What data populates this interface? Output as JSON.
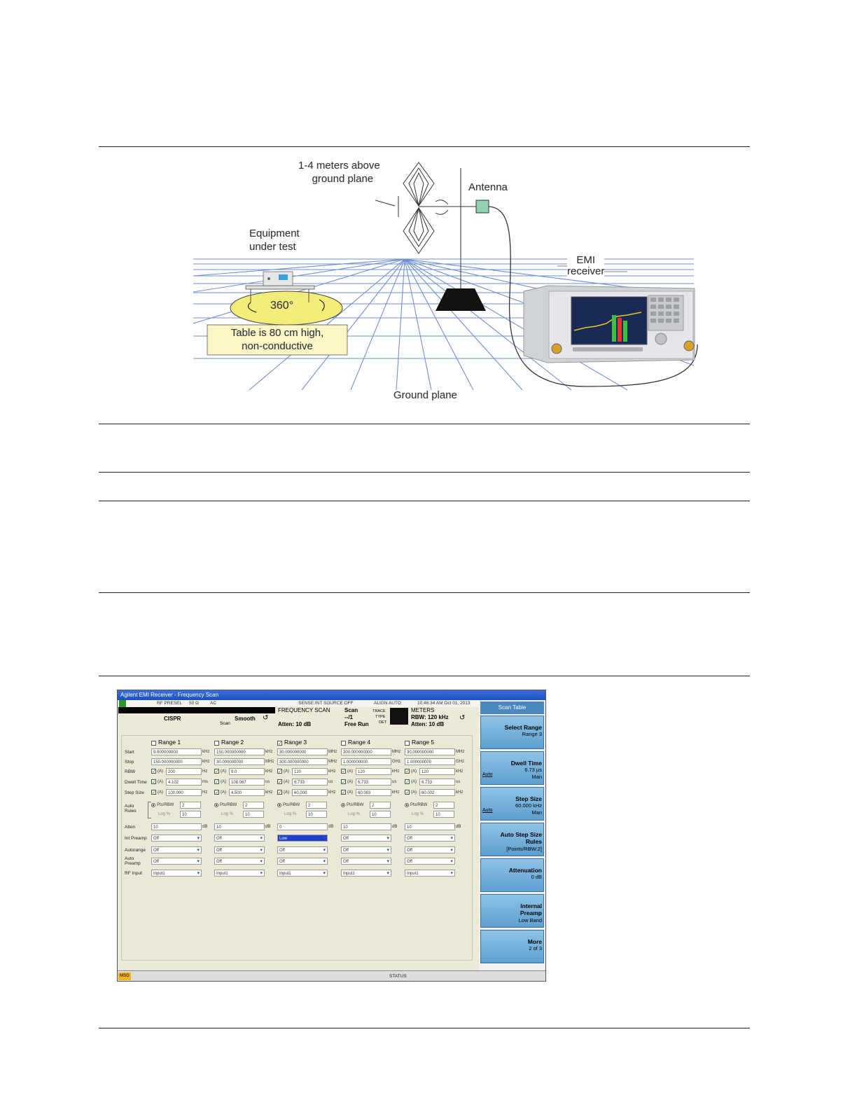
{
  "figure1": {
    "label_antenna_height_line1": "1-4 meters above",
    "label_antenna_height_line2": "ground plane",
    "label_antenna": "Antenna",
    "label_eut_line1": "Equipment",
    "label_eut_line2": "under test",
    "label_emi_line1": "EMI",
    "label_emi_line2": "receiver",
    "label_rotation": "360°",
    "label_table_line1": "Table is 80 cm high,",
    "label_table_line2": "non-conductive",
    "label_ground": "Ground plane"
  },
  "screenshot": {
    "title": "Agilent EMI Receiver - Frequency Scan",
    "status_left": "RF PRESEL",
    "status_impedance": "50 Ω",
    "status_ac": "AC",
    "status_sense": "SENSE:INT  SOURCE OFF",
    "status_align": "ALIGN AUTO",
    "status_time": "10:46:34 AM Oct 01, 2013",
    "hdr_cispr": "CISPR",
    "hdr_scan": "Scan",
    "hdr_smooth": "Smooth",
    "hdr_mode": "FREQUENCY SCAN",
    "hdr_atten": "Atten: 10 dB",
    "hdr_scan2": "Scan",
    "hdr_scan_num": "--/1",
    "hdr_freerun": "Free Run",
    "hdr_trace": "TRACE",
    "hdr_type": "TYPE",
    "hdr_det": "DET",
    "hdr_meters": "METERS",
    "hdr_rbw": "RBW: 120 kHz",
    "hdr_atten2": "Atten: 10 dB",
    "row_labels": {
      "start": "Start",
      "stop": "Stop",
      "rbw": "RBW",
      "dwell": "Dwell Time",
      "step": "Step Size",
      "auto_rules_1": "Auto",
      "auto_rules_2": "Rules",
      "atten": "Atten",
      "int_preamp": "Int Preamp",
      "autorange": "Autorange",
      "auto_preamp_1": "Auto",
      "auto_preamp_2": "Preamp",
      "rf_input": "RF Input"
    },
    "auto_w": "(A)",
    "pts_rbw": "Pts/RBW",
    "log_pct": "Log %",
    "ranges": [
      {
        "name": "Range 1",
        "checked": false,
        "start": "9.000000000",
        "start_u": "kHz",
        "stop": "150.000000000",
        "stop_u": "kHz",
        "rbw": "200",
        "rbw_u": "Hz",
        "dwell": "4.102",
        "dwell_u": "ms",
        "step": "100.000",
        "step_u": "Hz",
        "pts": "2",
        "log": "10",
        "atten": "10",
        "atten_u": "dB",
        "int_preamp": "Off",
        "autorange": "Off",
        "auto_preamp": "Off",
        "rf_input": "Input1"
      },
      {
        "name": "Range 2",
        "checked": false,
        "start": "150.000000000",
        "start_u": "kHz",
        "stop": "30.000000000",
        "stop_u": "MHz",
        "rbw": "9.0",
        "rbw_u": "kHz",
        "dwell": "108.067",
        "dwell_u": "us",
        "step": "4.500",
        "step_u": "kHz",
        "pts": "2",
        "log": "10",
        "atten": "10",
        "atten_u": "dB",
        "int_preamp": "Off",
        "autorange": "Off",
        "auto_preamp": "Off",
        "rf_input": "Input1"
      },
      {
        "name": "Range 3",
        "checked": true,
        "start": "30.000000000",
        "start_u": "MHz",
        "stop": "300.000000000",
        "stop_u": "MHz",
        "rbw": "120",
        "rbw_u": "kHz",
        "dwell": "6.733",
        "dwell_u": "us",
        "step": "60.000",
        "step_u": "kHz",
        "pts": "2",
        "log": "10",
        "atten": "0",
        "atten_u": "dB",
        "int_preamp": "Low",
        "autorange": "Off",
        "auto_preamp": "Off",
        "rf_input": "Input1"
      },
      {
        "name": "Range 4",
        "checked": false,
        "start": "300.000000000",
        "start_u": "MHz",
        "stop": "1.000000000",
        "stop_u": "GHz",
        "rbw": "120",
        "rbw_u": "kHz",
        "dwell": "6.733",
        "dwell_u": "us",
        "step": "60.003",
        "step_u": "kHz",
        "pts": "2",
        "log": "10",
        "atten": "10",
        "atten_u": "dB",
        "int_preamp": "Off",
        "autorange": "Off",
        "auto_preamp": "Off",
        "rf_input": "Input1"
      },
      {
        "name": "Range 5",
        "checked": false,
        "start": "30.000000000",
        "start_u": "MHz",
        "stop": "1.000000000",
        "stop_u": "GHz",
        "rbw": "120",
        "rbw_u": "kHz",
        "dwell": "6.733",
        "dwell_u": "us",
        "step": "60.002",
        "step_u": "kHz",
        "pts": "2",
        "log": "10",
        "atten": "10",
        "atten_u": "dB",
        "int_preamp": "Off",
        "autorange": "Off",
        "auto_preamp": "Off",
        "rf_input": "Input1"
      }
    ],
    "softkey_header": "Scan Table",
    "softkeys": [
      {
        "title": "Select Range",
        "value": "Range 3",
        "left": ""
      },
      {
        "title": "Dwell Time",
        "value": "6.73 µs",
        "value2": "Man",
        "left": "Auto"
      },
      {
        "title": "Step Size",
        "value": "60.000 kHz",
        "value2": "Man",
        "left": "Auto"
      },
      {
        "title": "Auto Step Size",
        "title2": "Rules",
        "value": "[Points/RBW:2]",
        "left": ""
      },
      {
        "title": "Attenuation",
        "value": "0 dB",
        "left": ""
      },
      {
        "title": "Internal",
        "title2": "Preamp",
        "value": "Low Band",
        "left": ""
      },
      {
        "title": "More",
        "value": "2 of 3",
        "left": ""
      }
    ],
    "msg": "MSG",
    "status": "STATUS"
  }
}
